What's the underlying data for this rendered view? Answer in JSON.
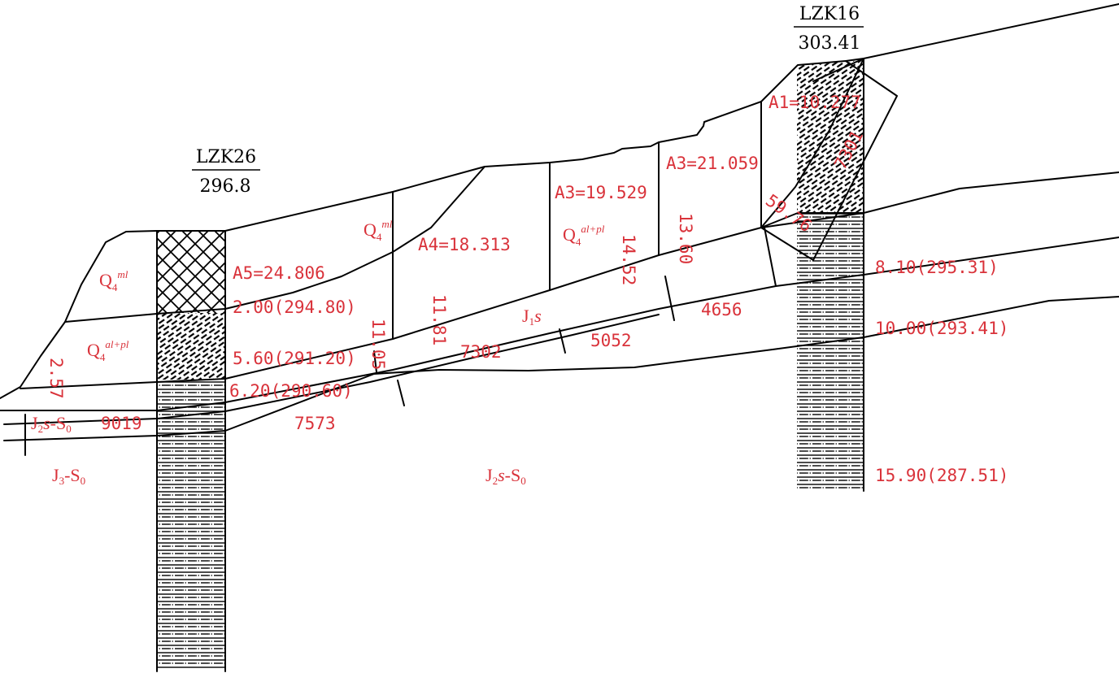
{
  "boreholes": [
    {
      "id": "LZK26",
      "elevation": "296.8"
    },
    {
      "id": "LZK16",
      "elevation": "303.41"
    }
  ],
  "layer_labels": {
    "q4_ml_left": {
      "base": "Q",
      "sub": "4",
      "sup": "ml"
    },
    "q4_alpl_left": {
      "base": "Q",
      "sub": "4",
      "sup": "al+pl"
    },
    "q4_ml_mid": {
      "base": "Q",
      "sub": "4",
      "sup": "ml"
    },
    "q4_alpl_mid": {
      "base": "Q",
      "sub": "4",
      "sup": "al+pl"
    },
    "j1s": {
      "base": "J",
      "sub": "1",
      "tail": "s"
    },
    "j2s_s0_left": {
      "base": "J",
      "sub": "2",
      "tail": "s",
      "rest": "-S",
      "rest_sub": "0"
    },
    "j3_s0": {
      "base": "J",
      "sub": "3",
      "rest": "-S",
      "rest_sub": "0"
    },
    "j2s_s0_mid": {
      "base": "J",
      "sub": "2",
      "tail": "s",
      "rest": "-S",
      "rest_sub": "0"
    }
  },
  "areas": {
    "a5": "A5=24.806",
    "a4": "A4=18.313",
    "a3_left": "A3=19.529",
    "a3_right": "A3=21.059",
    "a1": "A1=10.277"
  },
  "depths_lzk26": [
    "2.00(294.80)",
    "5.60(291.20)",
    "6.20(290.60)"
  ],
  "depths_lzk16": [
    "8.10(295.31)",
    "10.00(293.41)",
    "15.90(287.51)"
  ],
  "segment_lengths": {
    "l_2_57": "2.57",
    "l_11_05": "11.05",
    "l_11_81": "11.81",
    "l_14_52": "14.52",
    "l_13_60": "13.60",
    "l_59_76": "59.76"
  },
  "numbers": {
    "n9019": "9019",
    "n7573": "7573",
    "n7302": "7302",
    "n5052": "5052",
    "n4656": "4656",
    "n7301": "7301"
  },
  "colors": {
    "annotation": "#d9323a",
    "lines": "#000000"
  }
}
